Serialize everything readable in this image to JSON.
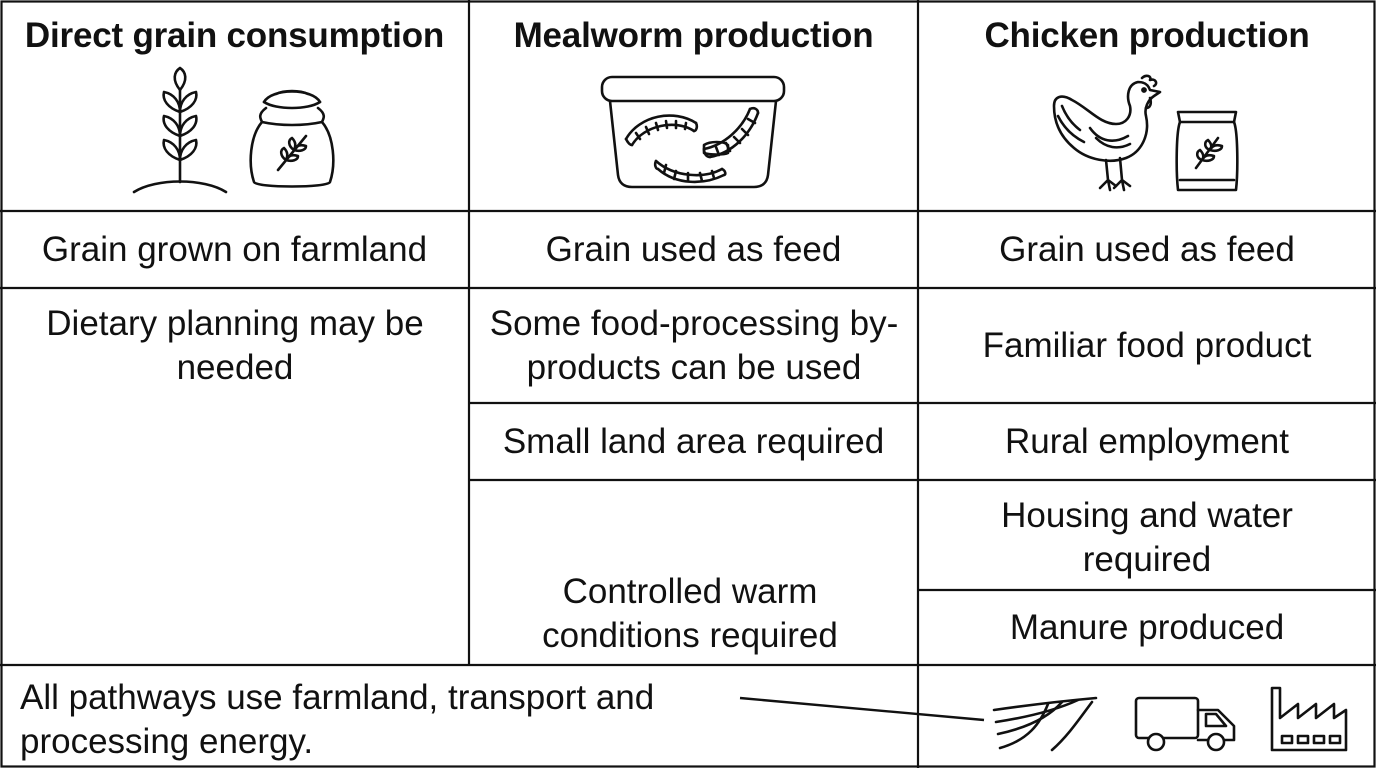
{
  "columns": {
    "direct": {
      "header": "Direct grain consumption",
      "row1": "Grain grown on farmland",
      "row2": "Dietary planning may be needed"
    },
    "mealworm": {
      "header": "Mealworm production",
      "row1": "Grain used as feed",
      "row2": "Some food-processing by-products can be used",
      "row3": "Small land area required",
      "row4": "Controlled warm conditions required"
    },
    "chicken": {
      "header": "Chicken production",
      "row1": "Grain used as feed",
      "row2": "Familiar food product",
      "row3": "Rural employment",
      "row4": "Housing and water required",
      "row5": "Manure produced"
    }
  },
  "footer": {
    "text": "All pathways use farmland, transport and processing energy."
  },
  "icons": {
    "direct": [
      "wheat-plant-icon",
      "grain-sack-icon"
    ],
    "mealworm": [
      "mealworm-container-icon"
    ],
    "chicken": [
      "chicken-icon",
      "feed-bag-icon"
    ],
    "footer": [
      "farmland-field-icon",
      "truck-icon",
      "factory-icon"
    ]
  }
}
